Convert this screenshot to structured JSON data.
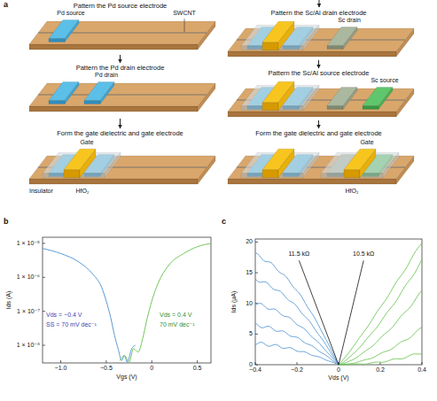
{
  "diagram": {
    "nodes": [
      {
        "text": [
          "Pattern the Pd source electrode"
        ]
      },
      {
        "text": [
          "Pattern the Pd drain electrode"
        ]
      },
      {
        "text": [
          "Form the gate dielectric and gate electrode"
        ]
      },
      {
        "text": [
          "Pattern the Sc/Al drain electrode"
        ]
      },
      {
        "text": [
          "Pattern the Sc/Al source electrode"
        ]
      },
      {
        "text": [
          "Form the gate dielectric and gate electrode"
        ]
      }
    ],
    "edges": [
      {
        "from": 0,
        "to": 1,
        "arrow": "to"
      },
      {
        "from": 1,
        "to": 2,
        "arrow": "to"
      },
      {
        "from": 3,
        "to": 4,
        "arrow": "to"
      },
      {
        "from": 4,
        "to": 5,
        "arrow": "to"
      }
    ],
    "labels": [
      "a",
      "Pd source",
      "SWCNT",
      "Pd drain",
      "Gate",
      "Insulator",
      "HfO₂",
      "Sc drain",
      "Sc source",
      "Gate",
      "HfO₂",
      "b",
      "1 × 10⁻⁵",
      "1 × 10⁻⁶",
      "1 × 10⁻⁷",
      "1 × 10⁻⁸",
      "−1.0",
      "−0.5",
      "0",
      "0.5",
      "Ids (A)",
      "Vgs (V)",
      "Vds = −0.4 V",
      "SS = 70 mV dec⁻¹",
      "Vds = 0.4 V",
      "70 mV dec⁻¹",
      "c",
      "0",
      "5",
      "10",
      "15",
      "20",
      "−0.4",
      "−0.2",
      "0",
      "0.2",
      "0.4",
      "Ids (μA)",
      "Vds (V)",
      "11.5 kΩ",
      "10.5 kΩ"
    ]
  }
}
